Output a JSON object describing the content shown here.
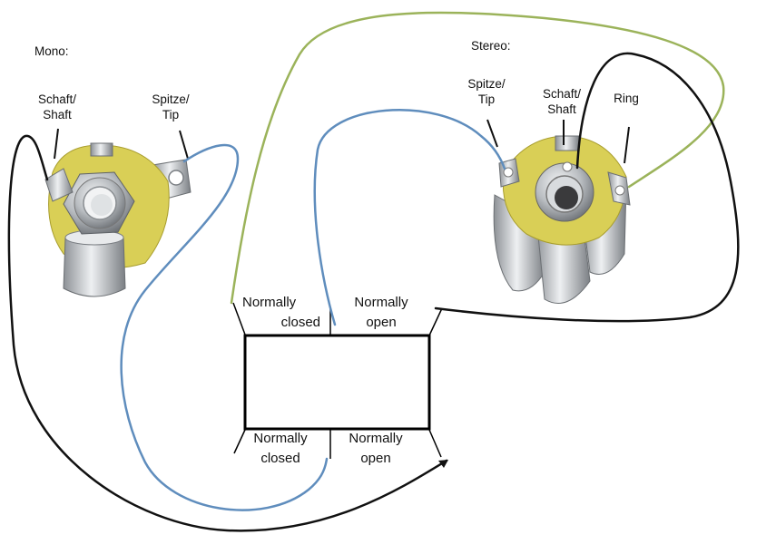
{
  "mono": {
    "title": "Mono:",
    "shaft": [
      "Schaft/",
      "Shaft"
    ],
    "tip": [
      "Spitze/",
      "Tip"
    ]
  },
  "stereo": {
    "title": "Stereo:",
    "tip": [
      "Spitze/",
      "Tip"
    ],
    "shaft": [
      "Schaft/",
      "Shaft"
    ],
    "ring": "Ring"
  },
  "switch_box": {
    "top_left": [
      "Normally",
      "closed"
    ],
    "top_right": [
      "Normally",
      "open"
    ],
    "bottom_left": [
      "Normally",
      "closed"
    ],
    "bottom_right": [
      "Normally",
      "open"
    ]
  },
  "colors": {
    "wire_black": "#111111",
    "wire_blue": "#5f8dbd",
    "wire_green": "#9bb35a",
    "jack_yellow": "#d9cf56",
    "jack_metal": "#b8bcc0",
    "box_border": "#000000"
  },
  "icons": [
    "mono-jack-photo",
    "stereo-jack-photo"
  ]
}
